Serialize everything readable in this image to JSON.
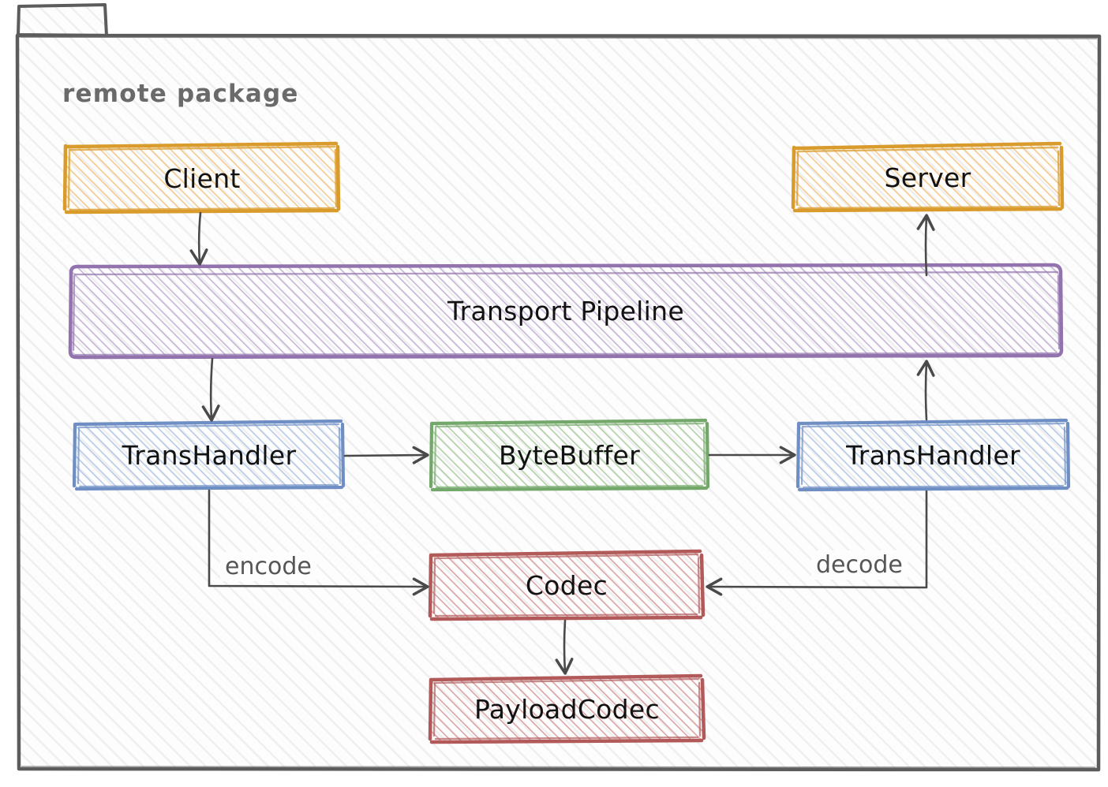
{
  "diagram": {
    "type": "component-architecture",
    "style": "hand-drawn-sketch",
    "package": {
      "title": "remote package",
      "title_color": "#6a6a6a",
      "border_color": "#5c5c5c"
    },
    "palette": {
      "orange_stroke": "#d99b2b",
      "orange_fill": "#f5c98a",
      "purple_stroke": "#9273ad",
      "purple_fill": "#c7b4d8",
      "blue_stroke": "#6e8ec4",
      "blue_fill": "#b4c9e8",
      "green_stroke": "#74a86a",
      "green_fill": "#aed1a4",
      "red_stroke": "#b25a5a",
      "red_fill": "#dda3a3",
      "arrow_color": "#4a4a4a",
      "text_color": "#121212"
    },
    "nodes": [
      {
        "id": "client",
        "label": "Client",
        "color": "orange"
      },
      {
        "id": "server",
        "label": "Server",
        "color": "orange"
      },
      {
        "id": "pipeline",
        "label": "Transport Pipeline",
        "color": "purple"
      },
      {
        "id": "transhandler1",
        "label": "TransHandler",
        "color": "blue"
      },
      {
        "id": "bytebuffer",
        "label": "ByteBuffer",
        "color": "green"
      },
      {
        "id": "transhandler2",
        "label": "TransHandler",
        "color": "blue"
      },
      {
        "id": "codec",
        "label": "Codec",
        "color": "red"
      },
      {
        "id": "payloadcodec",
        "label": "PayloadCodec",
        "color": "red"
      }
    ],
    "edges": [
      {
        "from": "client",
        "to": "pipeline",
        "label": ""
      },
      {
        "from": "pipeline",
        "to": "transhandler1",
        "label": ""
      },
      {
        "from": "transhandler1",
        "to": "bytebuffer",
        "label": ""
      },
      {
        "from": "bytebuffer",
        "to": "transhandler2",
        "label": ""
      },
      {
        "from": "transhandler2",
        "to": "pipeline",
        "label": ""
      },
      {
        "from": "pipeline",
        "to": "server",
        "label": ""
      },
      {
        "from": "transhandler1",
        "to": "codec",
        "label": "encode"
      },
      {
        "from": "transhandler2",
        "to": "codec",
        "label": "decode"
      },
      {
        "from": "codec",
        "to": "payloadcodec",
        "label": ""
      }
    ]
  }
}
